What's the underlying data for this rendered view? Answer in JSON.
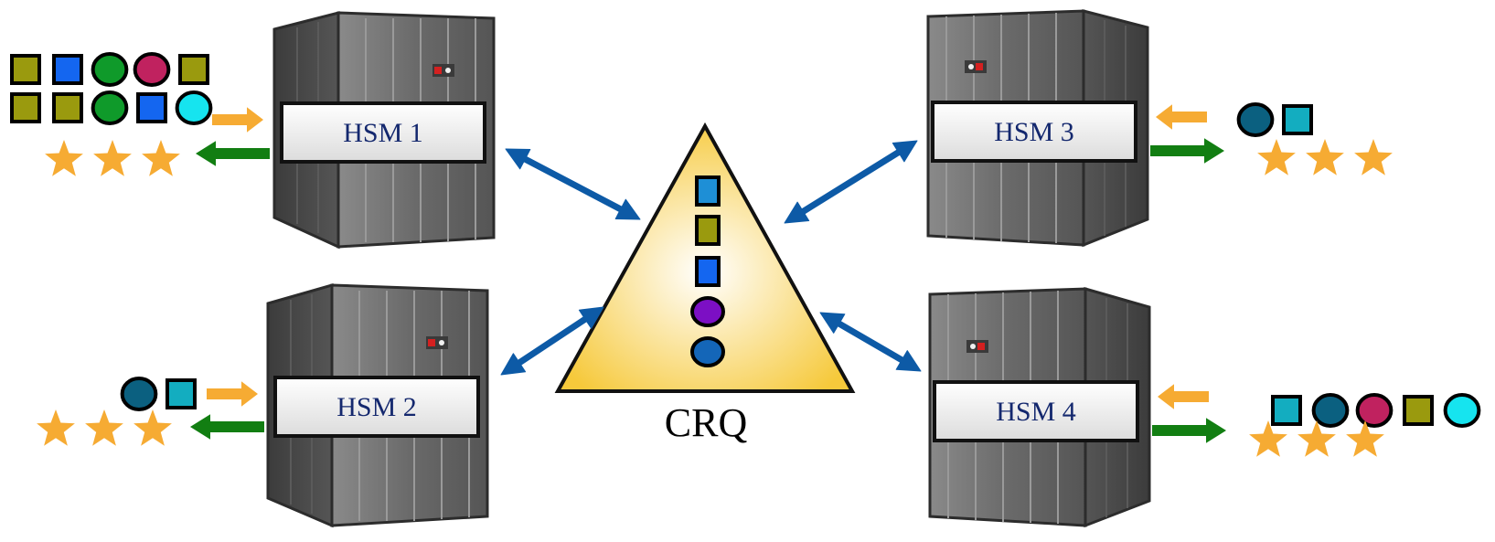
{
  "servers": [
    {
      "id": "hsm1",
      "label": "HSM 1"
    },
    {
      "id": "hsm2",
      "label": "HSM 2"
    },
    {
      "id": "hsm3",
      "label": "HSM 3"
    },
    {
      "id": "hsm4",
      "label": "HSM 4"
    }
  ],
  "queue": {
    "label": "CRQ",
    "items": [
      {
        "shape": "square",
        "color": "#1e8fd6"
      },
      {
        "shape": "square",
        "color": "#9a9a0e"
      },
      {
        "shape": "square",
        "color": "#1466f0"
      },
      {
        "shape": "circle",
        "color": "#7c0fc4"
      },
      {
        "shape": "circle",
        "color": "#1466b8"
      }
    ]
  },
  "requests": {
    "hsm1": [
      [
        {
          "shape": "square",
          "color": "#9a9a0e"
        },
        {
          "shape": "square",
          "color": "#1466f0"
        },
        {
          "shape": "circle",
          "color": "#0f9a2a"
        },
        {
          "shape": "circle",
          "color": "#c0225f"
        },
        {
          "shape": "square",
          "color": "#9a9a0e"
        }
      ],
      [
        {
          "shape": "square",
          "color": "#9a9a0e"
        },
        {
          "shape": "square",
          "color": "#9a9a0e"
        },
        {
          "shape": "circle",
          "color": "#0f9a2a"
        },
        {
          "shape": "square",
          "color": "#1466f0"
        },
        {
          "shape": "circle",
          "color": "#16e4ef"
        }
      ]
    ],
    "hsm2": [
      [
        {
          "shape": "circle",
          "color": "#0b6080"
        },
        {
          "shape": "square",
          "color": "#13adc0"
        }
      ]
    ],
    "hsm3": [
      [
        {
          "shape": "circle",
          "color": "#0b6080"
        },
        {
          "shape": "square",
          "color": "#13adc0"
        }
      ]
    ],
    "hsm4": [
      [
        {
          "shape": "square",
          "color": "#13adc0"
        },
        {
          "shape": "circle",
          "color": "#0b6080"
        },
        {
          "shape": "circle",
          "color": "#c0225f"
        },
        {
          "shape": "square",
          "color": "#9a9a0e"
        },
        {
          "shape": "circle",
          "color": "#16e4ef"
        }
      ]
    ]
  },
  "results_per_server": 3,
  "colors": {
    "link_arrow": "#0d5aa6",
    "request_arrow": "#f6ab33",
    "response_arrow": "#127e12",
    "star": "#f6ab33",
    "server_body": "#6c6c6c",
    "triangle_fill": "#f6c93b"
  },
  "icons": [
    "server-rack-icon",
    "star-icon",
    "arrow-icon"
  ]
}
